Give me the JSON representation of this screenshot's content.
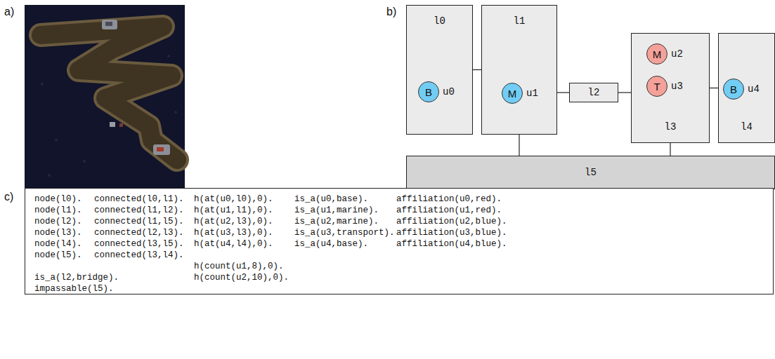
{
  "diagram": {
    "nodes": [
      {
        "text": [
          "l0"
        ]
      },
      {
        "text": [
          "B",
          "u0"
        ],
        "in": 0
      },
      {
        "text": [
          "l1"
        ]
      },
      {
        "text": [
          "M",
          "u1"
        ],
        "in": 2
      },
      {
        "text": [
          "l2"
        ]
      },
      {
        "text": [
          "l3"
        ]
      },
      {
        "text": [
          "M",
          "u2"
        ],
        "in": 5
      },
      {
        "text": [
          "T",
          "u3"
        ],
        "in": 5
      },
      {
        "text": [
          "l4"
        ]
      },
      {
        "text": [
          "B",
          "u4"
        ],
        "in": 8
      },
      {
        "text": [
          "l5"
        ]
      },
      {
        "text": [
          "node(l0).",
          "connected(l0,l1).",
          "h(at(u0,l0),0).",
          "is_a(u0,base).",
          "affiliation(u0,red).",
          "node(l1).",
          "connected(l1,l2).",
          "h(at(u1,l1),0).",
          "is_a(u1,marine).",
          "affiliation(u1,red).",
          "node(l2).",
          "connected(l1,l5).",
          "h(at(u2,l3),0).",
          "is_a(u2,marine).",
          "affiliation(u2,blue).",
          "node(l3).",
          "connected(l2,l3).",
          "h(at(u3,l3),0).",
          "is_a(u3,transport).",
          "affiliation(u3,blue).",
          "node(l4).",
          "connected(l3,l5).",
          "h(at(u4,l4),0).",
          "is_a(u4,base).",
          "affiliation(u4,blue).",
          "node(l5).",
          "connected(l3,l4).",
          "h(count(u1,8),0).",
          "is_a(l2,bridge).",
          "h(count(u2,10),0).",
          "impassable(l5)."
        ]
      }
    ],
    "edges": [
      {
        "from": 0,
        "to": 2,
        "arrow": "none"
      },
      {
        "from": 2,
        "to": 4,
        "arrow": "none"
      },
      {
        "from": 2,
        "to": 10,
        "arrow": "none"
      },
      {
        "from": 4,
        "to": 5,
        "arrow": "none"
      },
      {
        "from": 5,
        "to": 10,
        "arrow": "none"
      },
      {
        "from": 5,
        "to": 8,
        "arrow": "none"
      }
    ],
    "labels": [
      "a)",
      "b)",
      "c)"
    ]
  }
}
